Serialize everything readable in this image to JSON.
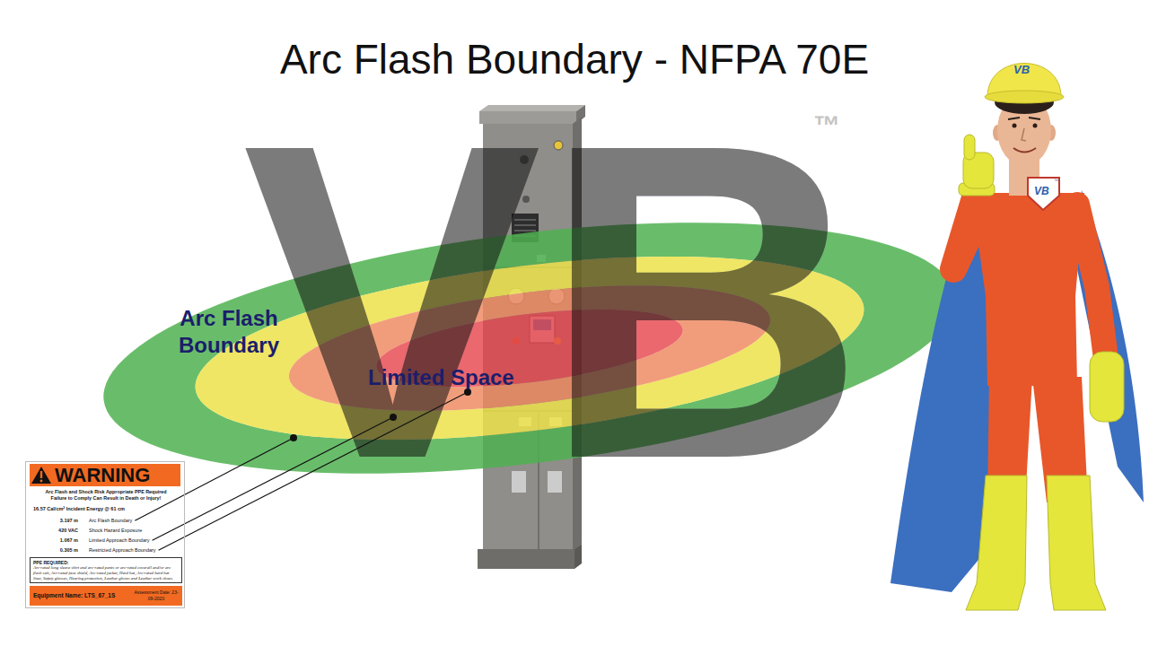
{
  "diagram": {
    "title": "Arc Flash Boundary - NFPA 70E",
    "nodes": [
      {
        "text": [
          "WARNING",
          "Arc Flash and Shock Risk Appropriate PPE Required",
          "Failure to Comply Can Result in Death or Injury!",
          "16.57 Cal/cm² Incident Energy @ 61 cm",
          "3.197 m",
          "Arc Flash Boundary",
          "420 VAC",
          "Shock Hazard Exposure",
          "1.067 m",
          "Limited Approach Boundary",
          "0.305 m",
          "Restricted Approach Boundary"
        ]
      },
      {
        "text": [
          "PPE REQUIRED:",
          "Arc-rated long sleeve shirt and arc-rated pants or arc-rated coverall and/or arc flash suit, Arc-rated face shield, Arc-rated jacket, Hard hat, Arc-rated hard hat liner, Safety glasses, Hearing protection, Leather gloves and Leather work shoes."
        ],
        "in": 0
      },
      {
        "text": [
          "Equipment Name: LTS_67_1S",
          "Assessment Date: 23-09-2020"
        ],
        "in": 0
      }
    ],
    "labels": [
      "VB",
      "™",
      "Arc Flash Boundary",
      "Limited Space",
      "VB",
      "VB",
      "™"
    ]
  }
}
